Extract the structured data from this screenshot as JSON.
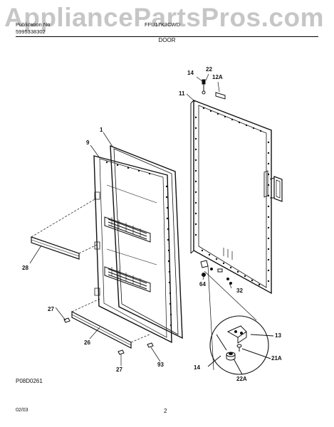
{
  "watermark": "AppliancePartsPros.com",
  "header": {
    "publication_label": "Publication No",
    "publication_number": "5995338302",
    "model": "FFU17K3CWD",
    "section": "DOOR"
  },
  "callouts": {
    "c1": "1",
    "c9": "9",
    "c11": "11",
    "c12a": "12A",
    "c13": "13",
    "c14_top": "14",
    "c14_bottom": "14",
    "c21a": "21A",
    "c22_top": "22",
    "c22a": "22A",
    "c26": "26",
    "c27_left": "27",
    "c27_bottom": "27",
    "c28": "28",
    "c32": "32",
    "c64": "64",
    "c93": "93"
  },
  "diagram_code": "P08D0261",
  "footer": {
    "date": "02/03",
    "page": "2"
  }
}
